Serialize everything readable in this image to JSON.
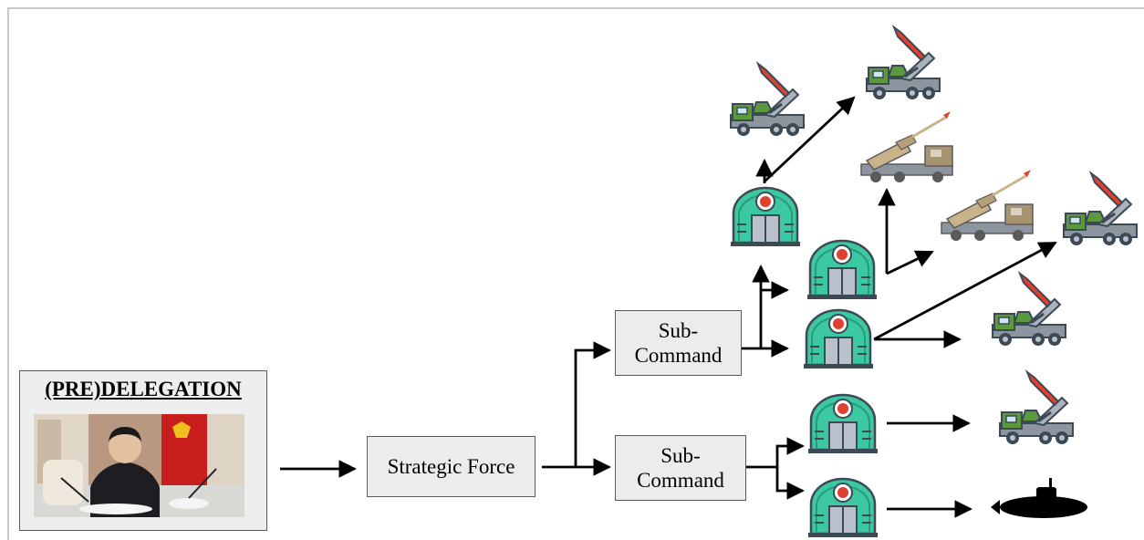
{
  "predelegation": {
    "title": "(PRE)DELEGATION",
    "photo": "leader-meeting-photo"
  },
  "strategic_force": {
    "label": "Strategic Force"
  },
  "sub_commands": [
    {
      "label": "Sub-\nCommand"
    },
    {
      "label": "Sub-\nCommand"
    }
  ],
  "icons": {
    "base": "bunker-base-icon",
    "tel": "missile-launcher-truck-icon",
    "mlrs": "rocket-artillery-truck-icon",
    "submarine": "submarine-icon"
  },
  "colors": {
    "base_teal": "#3cc8a0",
    "base_dark": "#3c4a55",
    "truck_green": "#5a9a3c",
    "missile_red": "#e04030",
    "sand": "#c9b48a",
    "box_fill": "#ececec"
  }
}
